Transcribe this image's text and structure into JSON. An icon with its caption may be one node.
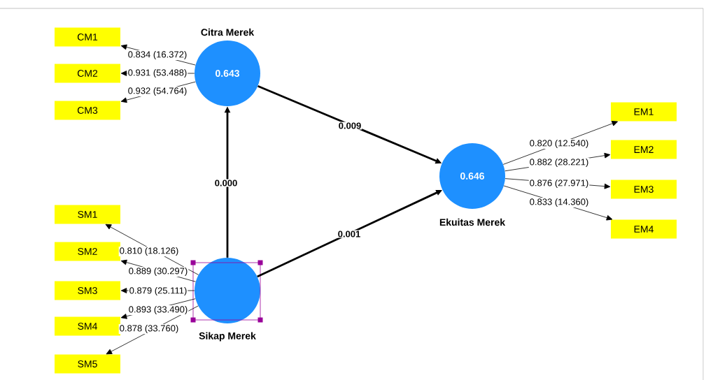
{
  "diagram": {
    "nodes": [
      {
        "text": [
          "CM1"
        ]
      },
      {
        "text": [
          "CM2"
        ]
      },
      {
        "text": [
          "CM3"
        ]
      },
      {
        "text": [
          "Citra Merek",
          "0.643"
        ]
      },
      {
        "text": [
          "SM1"
        ]
      },
      {
        "text": [
          "SM2"
        ]
      },
      {
        "text": [
          "SM3"
        ]
      },
      {
        "text": [
          "SM4"
        ]
      },
      {
        "text": [
          "SM5"
        ]
      },
      {
        "text": [
          "Sikap Merek"
        ]
      },
      {
        "text": [
          "0.646",
          "Ekuitas Merek"
        ]
      },
      {
        "text": [
          "EM1"
        ]
      },
      {
        "text": [
          "EM2"
        ]
      },
      {
        "text": [
          "EM3"
        ]
      },
      {
        "text": [
          "EM4"
        ]
      }
    ],
    "edges": [
      {
        "from": 3,
        "to": 0,
        "arrow": "to",
        "label": "0.834 (16.372)"
      },
      {
        "from": 3,
        "to": 1,
        "arrow": "to",
        "label": "0.931 (53.488)"
      },
      {
        "from": 3,
        "to": 2,
        "arrow": "to",
        "label": "0.932 (54.764)"
      },
      {
        "from": 3,
        "to": 10,
        "arrow": "to",
        "label": "0.009",
        "style": "thick"
      },
      {
        "from": 9,
        "to": 3,
        "arrow": "to",
        "label": "0.000",
        "style": "thick"
      },
      {
        "from": 9,
        "to": 10,
        "arrow": "to",
        "label": "0.001",
        "style": "thick"
      },
      {
        "from": 9,
        "to": 4,
        "arrow": "to",
        "label": "0.810 (18.126)"
      },
      {
        "from": 9,
        "to": 5,
        "arrow": "to",
        "label": "0.889 (30.297)"
      },
      {
        "from": 9,
        "to": 6,
        "arrow": "to",
        "label": "0.879 (25.111)"
      },
      {
        "from": 9,
        "to": 7,
        "arrow": "to",
        "label": "0.893 (33.490)"
      },
      {
        "from": 9,
        "to": 8,
        "arrow": "to",
        "label": "0.878 (33.760)"
      },
      {
        "from": 10,
        "to": 11,
        "arrow": "to",
        "label": "0.820 (12.540)"
      },
      {
        "from": 10,
        "to": 12,
        "arrow": "to",
        "label": "0.882 (28.221)"
      },
      {
        "from": 10,
        "to": 13,
        "arrow": "to",
        "label": "0.876 (27.971)"
      },
      {
        "from": 10,
        "to": 14,
        "arrow": "to",
        "label": "0.833 (14.360)"
      }
    ]
  }
}
